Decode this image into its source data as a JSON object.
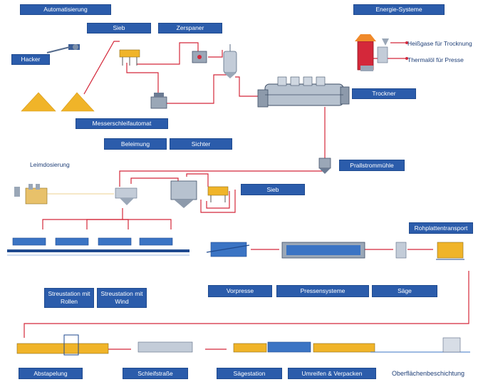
{
  "labels": {
    "automatisierung": "Automatisierung",
    "energie_systeme": "Energie-Systeme",
    "sieb_top": "Sieb",
    "zerspaner": "Zerspaner",
    "hacker": "Hacker",
    "heissgase": "Heißgase für Trocknung",
    "thermaloel": "Thermalöl für Presse",
    "trockner": "Trockner",
    "messerschleifautomat": "Messerschleifautomat",
    "beleimung": "Beleimung",
    "sichter": "Sichter",
    "leimdosierung": "Leimdosierung",
    "prallstrommuehle": "Prallstrommühle",
    "sieb_mid": "Sieb",
    "rohplattentransport": "Rohplattentransport",
    "streustation_rollen": "Streustation mit Rollen",
    "streustation_wind": "Streustation mit Wind",
    "vorpresse": "Vorpresse",
    "pressensysteme": "Pressensysteme",
    "saege": "Säge",
    "abstapelung": "Abstapelung",
    "schleifstrasse": "Schleifstraße",
    "saegestation": "Sägestation",
    "umreifen_verpacken": "Umreifen & Verpacken",
    "oberflaechenbeschichtung": "Oberflächenbeschichtung"
  },
  "colors": {
    "label_bg": "#2b5cab",
    "pipe_red": "#d4283a",
    "woodchips": "#f0b429",
    "machine_steel": "#9aa7b7",
    "conveyor_blue": "#3b74c4"
  }
}
